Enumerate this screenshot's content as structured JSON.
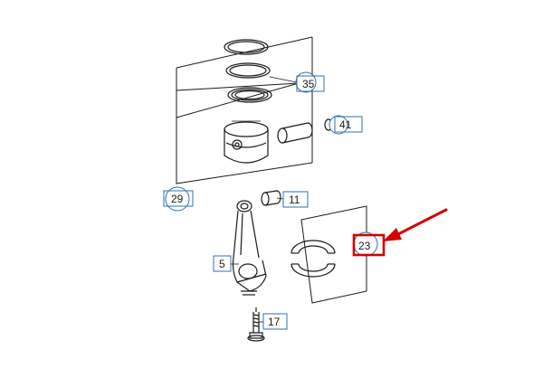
{
  "callouts": {
    "rings": "35",
    "piston_pin_clip": "41",
    "piston": "29",
    "small_end_bushing": "11",
    "bearing_shells": "23",
    "connecting_rod": "5",
    "rod_bolt": "17"
  },
  "highlight": {
    "target": "23",
    "color": "#d40000"
  }
}
